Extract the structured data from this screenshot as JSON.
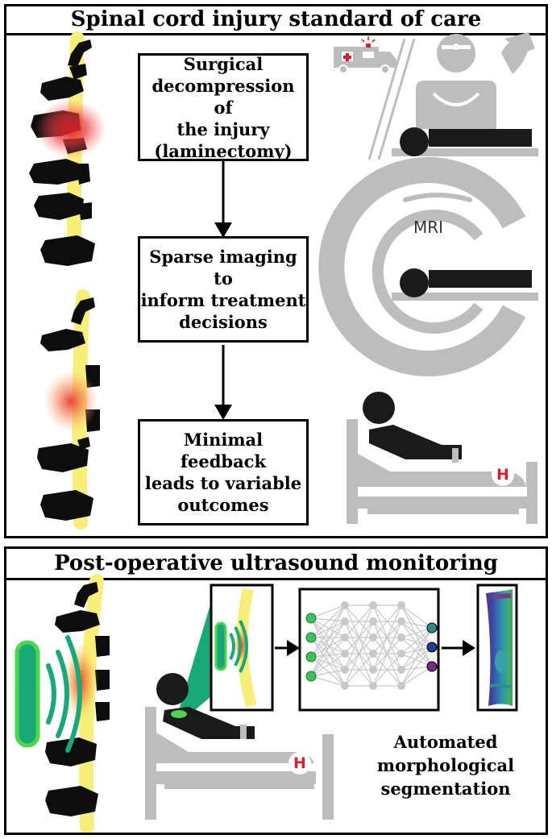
{
  "top_panel": {
    "title": "Spinal cord injury standard of care",
    "steps": [
      {
        "text": "Surgical\ndecompression of\nthe injury\n(laminectomy)"
      },
      {
        "text": "Sparse imaging to\ninform treatment\ndecisions"
      },
      {
        "text": "Minimal feedback\nleads to variable\noutcomes"
      }
    ],
    "mri_label": "MRI",
    "hospital_badge": "H"
  },
  "bottom_panel": {
    "title": "Post-operative ultrasound monitoring",
    "caption": "Automated\nmorphological\nsegmentation",
    "hospital_badge": "H"
  },
  "icons": [
    "ambulance-icon",
    "surgeon-icon",
    "operating-lamp-icon",
    "mri-scanner-icon",
    "hospital-bed-icon",
    "ultrasound-probe-icon",
    "neural-network-icon",
    "segmentation-image-icon"
  ],
  "colors": {
    "vertebra": "#0d0d0d",
    "spinal_cord": "#f8ee7a",
    "injury_red": "#e0262c",
    "equipment_gray": "#bdbdbd",
    "patient": "#1a1a1a",
    "ultrasound_green": "#1aa878",
    "probe_bright_green": "#4cd64c",
    "hospital_red": "#d9202a"
  }
}
